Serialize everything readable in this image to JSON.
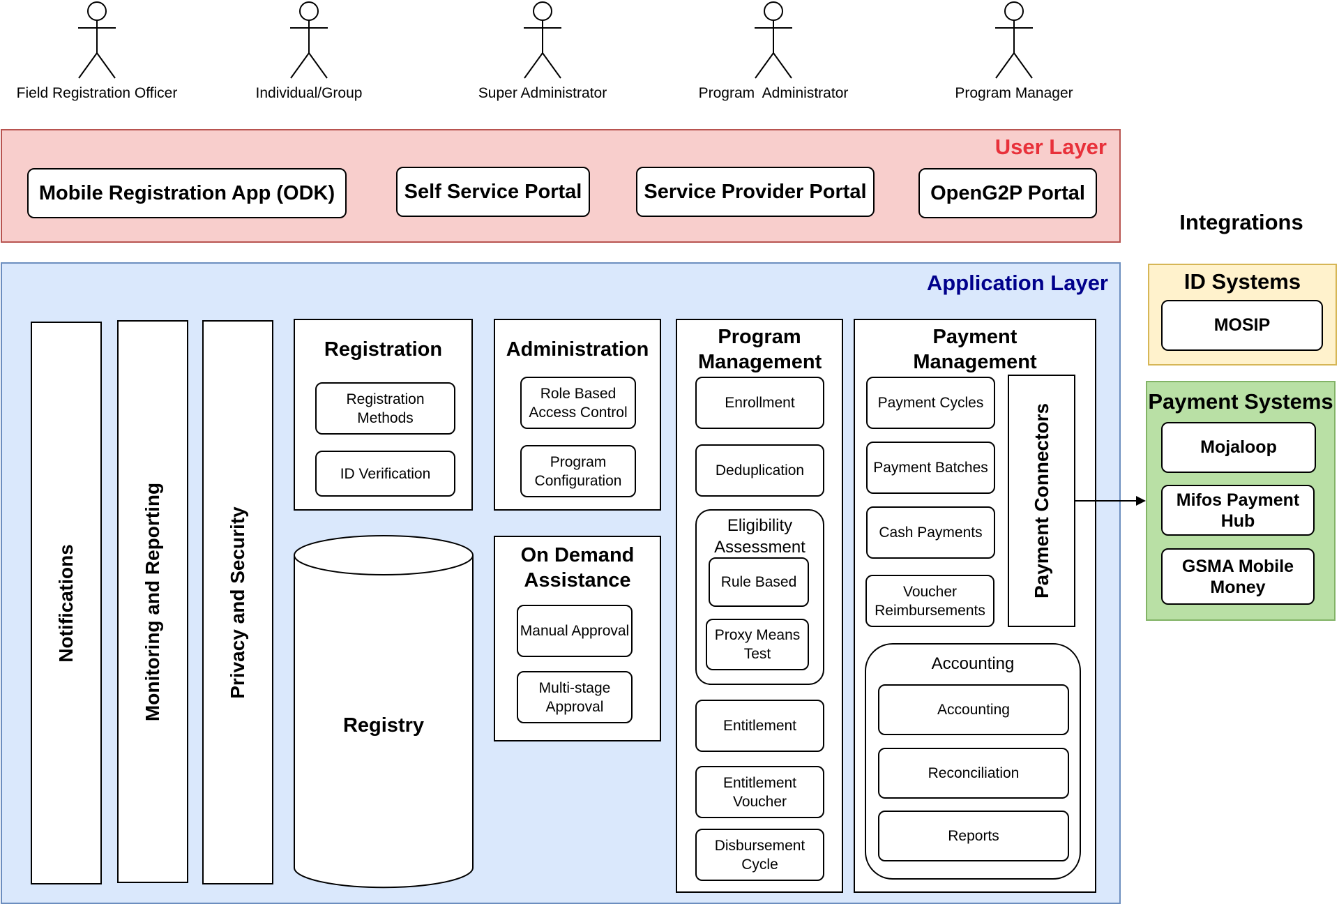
{
  "actors": [
    {
      "label": "Field Registration Officer"
    },
    {
      "label": "Individual/Group"
    },
    {
      "label": "Super Administrator"
    },
    {
      "label": "Program  Administrator"
    },
    {
      "label": "Program Manager"
    }
  ],
  "user_layer": {
    "title": "User Layer",
    "title_color": "#e8313a",
    "fill": "#f8cecc",
    "border": "#b85450",
    "portals": [
      "Mobile Registration App (ODK)",
      "Self Service Portal",
      "Service Provider Portal",
      "OpenG2P Portal"
    ]
  },
  "application_layer": {
    "title": "Application Layer",
    "title_color": "#00008b",
    "fill": "#dae8fc",
    "border": "#6c8ebf",
    "vertical": [
      "Notifications",
      "Monitoring and Reporting",
      "Privacy and Security"
    ],
    "registration": {
      "title": "Registration",
      "items": [
        "Registration Methods",
        "ID Verification"
      ]
    },
    "registry": "Registry",
    "administration": {
      "title": "Administration",
      "items": [
        "Role Based Access Control",
        "Program Configuration"
      ]
    },
    "on_demand": {
      "title": "On Demand Assistance",
      "items": [
        "Manual Approval",
        "Multi-stage Approval"
      ]
    },
    "program_management": {
      "title": "Program Management",
      "items": [
        "Enrollment",
        "Deduplication",
        "Entitlement",
        "Entitlement Voucher",
        "Disbursement Cycle"
      ],
      "eligibility": {
        "title": "Eligibility Assessment",
        "items": [
          "Rule Based",
          "Proxy Means Test"
        ]
      }
    },
    "payment_management": {
      "title": "Payment Management",
      "items": [
        "Payment Cycles",
        "Payment Batches",
        "Cash Payments",
        "Voucher Reimbursements"
      ],
      "connectors": "Payment Connectors",
      "accounting": {
        "title": "Accounting",
        "items": [
          "Accounting",
          "Reconciliation",
          "Reports"
        ]
      }
    }
  },
  "integrations": {
    "title": "Integrations",
    "id_systems": {
      "title": "ID Systems",
      "fill": "#fff2cc",
      "border": "#d6b656",
      "items": [
        "MOSIP"
      ]
    },
    "payment_systems": {
      "title": "Payment Systems",
      "fill": "#b9e0a5",
      "border": "#82b366",
      "items": [
        "Mojaloop",
        "Mifos Payment Hub",
        "GSMA Mobile Money"
      ]
    }
  }
}
